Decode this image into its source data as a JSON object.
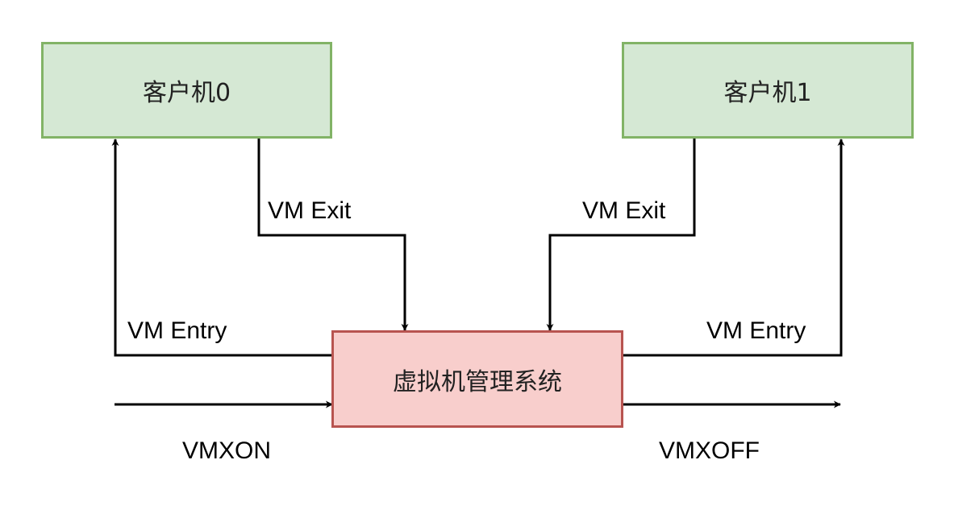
{
  "nodes": {
    "guest0": "客户机0",
    "guest1": "客户机1",
    "vmm": "虚拟机管理系统"
  },
  "edges": {
    "exit_left": "VM Exit",
    "exit_right": "VM Exit",
    "entry_left": "VM Entry",
    "entry_right": "VM Entry",
    "vmxon": "VMXON",
    "vmxoff": "VMXOFF"
  },
  "colors": {
    "guest_fill": "#d5e8d4",
    "guest_border": "#82b366",
    "vmm_fill": "#f8cecc",
    "vmm_border": "#b85450",
    "edge": "#000000"
  }
}
